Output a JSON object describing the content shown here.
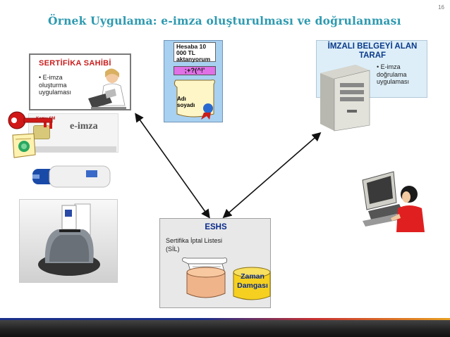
{
  "slide": {
    "page_number": "16",
    "title": "Örnek Uygulama: e-imza oluşturulması ve doğrulanması"
  },
  "holder": {
    "title": "SERTİFİKA SAHİBİ",
    "bullet": "• E-imza oluşturma uygulaması"
  },
  "document": {
    "note": "Hesaba 10 000 TL aktanyorum",
    "signature": ";+?(^!'",
    "scroll_text": "Adı soyadı"
  },
  "receiver": {
    "title": "İMZALI BELGEYİ ALAN TARAF",
    "bullet": "• E-imza doğrulama uygulaması"
  },
  "card": {
    "brand": "e-imza",
    "issuer": "Kamu SM"
  },
  "eshs": {
    "title": "ESHS",
    "crl": "Sertifika İptal Listesi (SİL)",
    "timestamp": "Zaman Damgası"
  },
  "colors": {
    "title": "#2e9ab0",
    "holder_title": "#c81e1e",
    "receiver_bg": "#ddeef8",
    "doc_bg": "#a8d0f0",
    "eshs_bg": "#e8e8e8",
    "timestamp_db": "#f5d020",
    "crl_db": "#f0b48a"
  }
}
